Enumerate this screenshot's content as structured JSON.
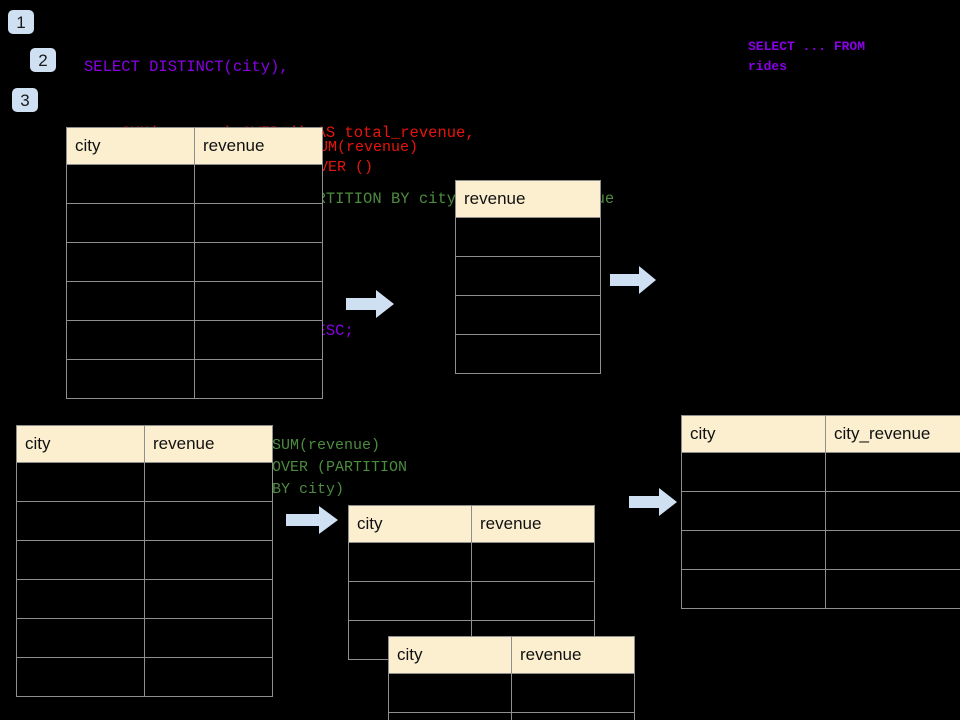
{
  "theme": {
    "background": "#000000",
    "badge_bg": "#cfe0f2",
    "header_bg": "#fcefcf",
    "grid": "#8f8f8f",
    "purple": "#8a00e6",
    "red": "#e8140c",
    "green": "#4c8c3f",
    "arrow_fill": "#cfe0f2",
    "arrow_stroke": "#cfe0f2"
  },
  "badges": [
    {
      "label": "1"
    },
    {
      "label": "2"
    },
    {
      "label": "3"
    }
  ],
  "sql": {
    "lines": [
      {
        "text": "SELECT DISTINCT(city),",
        "color": "purple"
      },
      {
        "text": "    SUM(revenue) OVER () AS total_revenue,",
        "color": "red"
      },
      {
        "text": "    SUM(revenue) OVER (PARTITION BY city) as city_revenue",
        "color": "green"
      },
      {
        "text": "  FROM rides",
        "color": "purple"
      },
      {
        "text": "  ORDER by city_revenue DESC;",
        "color": "purple"
      }
    ]
  },
  "annotations": {
    "select_from": "SELECT ... FROM\nrides",
    "sum_over_empty": "SUM(revenue)\nOVER ()",
    "sum_over_partition": "SUM(revenue)\nOVER (PARTITION\nBY city)"
  },
  "tables": {
    "source_top": {
      "name": "rides-source-table-top",
      "columns": [
        "city",
        "revenue"
      ],
      "row_count": 6,
      "rows": [
        [
          "",
          ""
        ],
        [
          "",
          ""
        ],
        [
          "",
          ""
        ],
        [
          "",
          ""
        ],
        [
          "",
          ""
        ],
        [
          "",
          ""
        ]
      ]
    },
    "total_revenue": {
      "name": "total-revenue-table",
      "columns": [
        "revenue"
      ],
      "row_count": 4,
      "rows": [
        [
          ""
        ],
        [
          ""
        ],
        [
          ""
        ],
        [
          ""
        ]
      ]
    },
    "source_bottom": {
      "name": "rides-source-table-bottom",
      "columns": [
        "city",
        "revenue"
      ],
      "row_count": 6,
      "rows": [
        [
          "",
          ""
        ],
        [
          "",
          ""
        ],
        [
          "",
          ""
        ],
        [
          "",
          ""
        ],
        [
          "",
          ""
        ],
        [
          "",
          ""
        ]
      ]
    },
    "partition_back": {
      "name": "partition-group-table-back",
      "columns": [
        "city",
        "revenue"
      ],
      "row_count": 3,
      "rows": [
        [
          "",
          ""
        ],
        [
          "",
          ""
        ],
        [
          "",
          ""
        ]
      ]
    },
    "partition_front": {
      "name": "partition-group-table-front",
      "columns": [
        "city",
        "revenue"
      ],
      "row_count": 2,
      "rows": [
        [
          "",
          ""
        ],
        [
          "",
          ""
        ]
      ]
    },
    "result": {
      "name": "city-revenue-result-table",
      "columns": [
        "city",
        "city_revenue"
      ],
      "row_count": 4,
      "rows": [
        [
          "",
          ""
        ],
        [
          "",
          ""
        ],
        [
          "",
          ""
        ],
        [
          "",
          ""
        ]
      ]
    }
  },
  "arrows": [
    {
      "name": "arrow-source-to-total"
    },
    {
      "name": "arrow-total-to-result"
    },
    {
      "name": "arrow-source-to-partition"
    },
    {
      "name": "arrow-partition-to-result"
    }
  ]
}
